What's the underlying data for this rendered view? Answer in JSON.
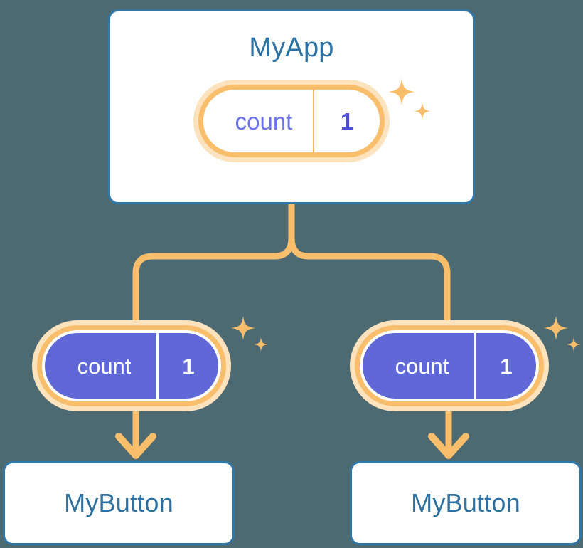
{
  "diagram": {
    "background_color": "#4d6a72",
    "accent_orange": "#f9be6c",
    "accent_blue": "#2e72a4",
    "accent_purple": "#6068d8"
  },
  "app_card": {
    "title": "MyApp",
    "state_pill": {
      "key": "count",
      "value": "1",
      "style": "light"
    },
    "sparkle_icon": "sparkles-icon"
  },
  "children": [
    {
      "state_pill": {
        "key": "count",
        "value": "1",
        "style": "dark"
      },
      "sparkle_icon": "sparkles-icon",
      "card_title": "MyButton"
    },
    {
      "state_pill": {
        "key": "count",
        "value": "1",
        "style": "dark"
      },
      "sparkle_icon": "sparkles-icon",
      "card_title": "MyButton"
    }
  ],
  "connectors": {
    "trunk_icon": "branch-connector",
    "arrow_icon": "arrow-down-icon"
  }
}
